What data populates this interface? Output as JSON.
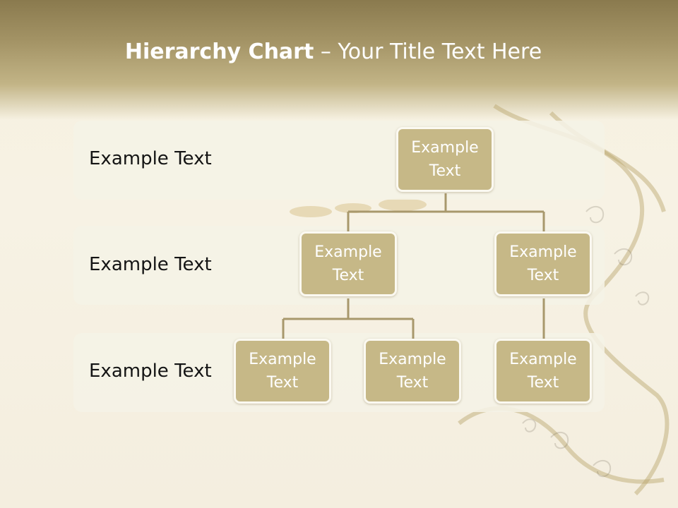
{
  "slide": {
    "title_bold": "Hierarchy Chart",
    "title_rest": " – Your Title Text Here"
  },
  "rows": [
    {
      "label": "Example Text"
    },
    {
      "label": "Example Text"
    },
    {
      "label": "Example Text"
    }
  ],
  "nodes": {
    "root": "Example Text",
    "level2_left": "Example Text",
    "level2_right": "Example Text",
    "level3_left_a": "Example Text",
    "level3_left_b": "Example Text",
    "level3_right": "Example Text"
  },
  "colors": {
    "node_fill": "#c6b887",
    "connector": "#a8986c",
    "header": "#a49466"
  }
}
